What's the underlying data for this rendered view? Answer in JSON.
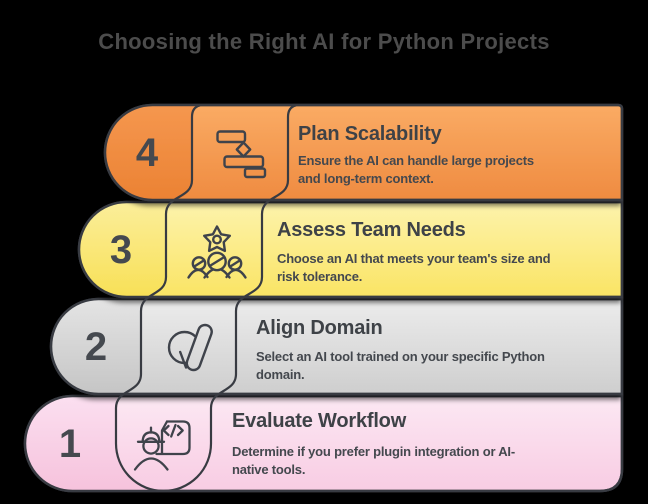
{
  "title": "Choosing the Right AI for Python Projects",
  "colors": {
    "background": "#000000",
    "outline": "#383B42",
    "title_text": "#4C4C4C",
    "step_4_fill": "#EF8B40",
    "step_3_fill": "#FAE464",
    "step_2_fill": "#CECECE",
    "step_1_fill": "#F8CCE3"
  },
  "steps": [
    {
      "number": "4",
      "heading": "Plan Scalability",
      "description": "Ensure the AI can handle large projects and long-term context.",
      "description_lines": [
        "Ensure the AI can handle large projects",
        "and long-term context."
      ],
      "icon": "flowchart-icon"
    },
    {
      "number": "3",
      "heading": "Assess Team Needs",
      "description": "Choose an AI that meets your team's size and risk tolerance.",
      "description_lines": [
        "Choose an AI that meets your team's size and",
        "risk tolerance."
      ],
      "icon": "team-gear-icon"
    },
    {
      "number": "2",
      "heading": "Align Domain",
      "description": "Select an AI tool trained on your specific Python domain.",
      "description_lines": [
        "Select an AI tool trained on your specific Python",
        "domain."
      ],
      "icon": "domain-alignment-icon"
    },
    {
      "number": "1",
      "heading": "Evaluate Workflow",
      "description": "Determine if you prefer plugin integration or AI-native tools.",
      "description_lines": [
        "Determine if you prefer plugin integration or AI-",
        "native tools."
      ],
      "icon": "engineer-code-icon"
    }
  ]
}
